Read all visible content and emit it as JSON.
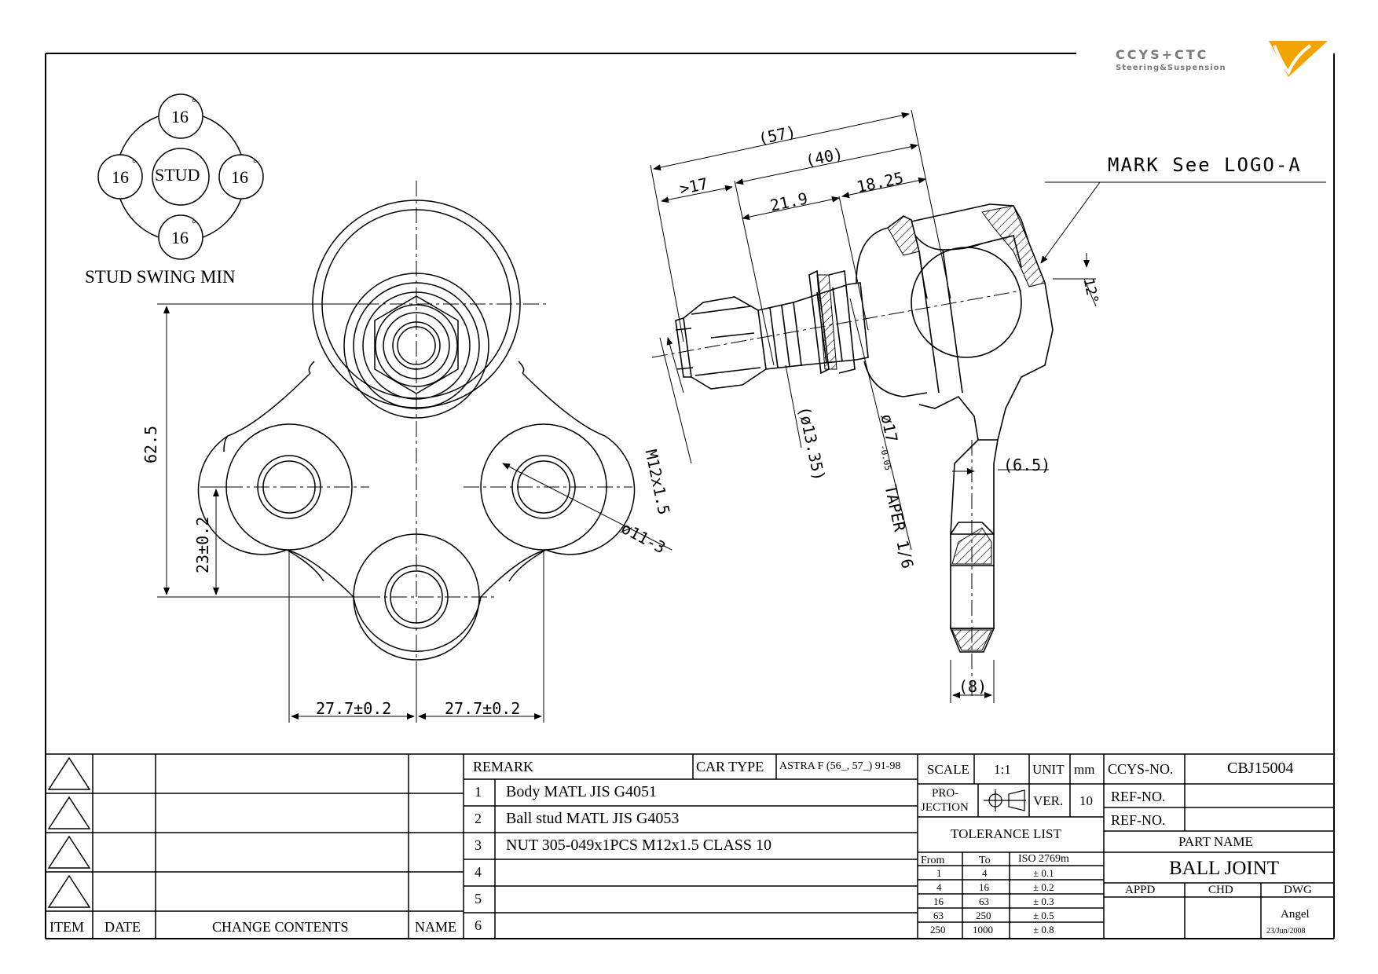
{
  "logo": {
    "brand": "CCYS+CTC",
    "tagline": "Steering&Suspension",
    "accent_color": "#f4a400",
    "gray_color": "#7a7a7a"
  },
  "swing": {
    "title": "STUD SWING MIN",
    "center": "STUD",
    "angle": "16",
    "degree": "°"
  },
  "dims": {
    "d57": "(57)",
    "d40": "(40)",
    "d17": ">17",
    "d21_9": "21.9",
    "d18_25": "18.25",
    "mark": "MARK See LOGO-A",
    "d12deg": "12°",
    "m12": "M12x1.5",
    "d13": "(ø13.35)",
    "d17taper": "ø17",
    "d17tol": "-0.05",
    "taper": "TAPER 1/6",
    "d6_5": "(6.5)",
    "d8": "(8)",
    "d62_5": "62.5",
    "d23": "23±0.2",
    "d27a": "27.7±0.2",
    "d27b": "27.7±0.2",
    "d11": "ø11-3"
  },
  "revision": {
    "headers": {
      "item": "ITEM",
      "date": "DATE",
      "change": "CHANGE CONTENTS",
      "name": "NAME"
    }
  },
  "remark": {
    "label": "REMARK",
    "car_type_label": "CAR TYPE",
    "car_type": "ASTRA F (56_, 57_) 91-98",
    "rows": [
      {
        "no": "1",
        "text": "Body MATL JIS G4051"
      },
      {
        "no": "2",
        "text": "Ball stud MATL JIS G4053"
      },
      {
        "no": "3",
        "text": "NUT 305-049x1PCS M12x1.5 CLASS 10"
      },
      {
        "no": "4",
        "text": ""
      },
      {
        "no": "5",
        "text": ""
      },
      {
        "no": "6",
        "text": ""
      }
    ]
  },
  "specs": {
    "scale_label": "SCALE",
    "scale": "1:1",
    "unit_label": "UNIT",
    "unit": "mm",
    "projection_label_1": "PRO-",
    "projection_label_2": "JECTION",
    "ver_label": "VER.",
    "ver": "10",
    "tolerance_title": "TOLERANCE LIST",
    "tol_headers": {
      "from": "From",
      "to": "To",
      "iso": "ISO 2769m"
    },
    "tolerances": [
      {
        "from": "1",
        "to": "4",
        "tol": "± 0.1"
      },
      {
        "from": "4",
        "to": "16",
        "tol": "± 0.2"
      },
      {
        "from": "16",
        "to": "63",
        "tol": "± 0.3"
      },
      {
        "from": "63",
        "to": "250",
        "tol": "± 0.5"
      },
      {
        "from": "250",
        "to": "1000",
        "tol": "± 0.8"
      }
    ]
  },
  "title_block": {
    "ccys_label": "CCYS-NO.",
    "ccys_no": "CBJ15004",
    "ref_label_1": "REF-NO.",
    "ref_label_2": "REF-NO.",
    "part_name_label": "PART NAME",
    "part_name": "BALL JOINT",
    "appd_label": "APPD",
    "chd_label": "CHD",
    "dwg_label": "DWG",
    "drawer": "Angel",
    "date": "23/Jun/2008"
  }
}
